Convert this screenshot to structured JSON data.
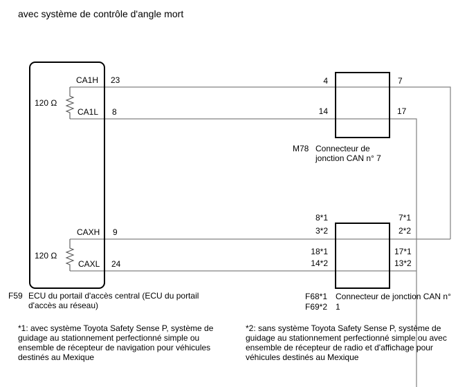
{
  "title": "avec système de contrôle d'angle mort",
  "ecu": {
    "code": "F59",
    "name_line1": "ECU du portail d'accès central (ECU du portail",
    "name_line2": "d'accès au réseau)",
    "resistor_top": "120 Ω",
    "resistor_bottom": "120 Ω",
    "pins": [
      {
        "signal": "CA1H",
        "pin": "23"
      },
      {
        "signal": "CA1L",
        "pin": "8"
      },
      {
        "signal": "CAXH",
        "pin": "9"
      },
      {
        "signal": "CAXL",
        "pin": "24"
      }
    ]
  },
  "connector_m78": {
    "code": "M78",
    "name_line1": "Connecteur de",
    "name_line2": "jonction CAN n° 7",
    "left_pins": [
      "4",
      "14"
    ],
    "right_pins": [
      "7",
      "17"
    ]
  },
  "connector_f68": {
    "code_line1": "F68*1",
    "code_line2": "F69*2",
    "name_line1": "Connecteur de jonction CAN n°",
    "name_line2": "1",
    "left_pins": [
      {
        "line1": "8*1",
        "line2": "3*2"
      },
      {
        "line1": "18*1",
        "line2": "14*2"
      }
    ],
    "right_pins": [
      {
        "line1": "7*1",
        "line2": "2*2"
      },
      {
        "line1": "17*1",
        "line2": "13*2"
      }
    ]
  },
  "notes": {
    "note1": "*1: avec système Toyota Safety Sense P, système de guidage au stationnement perfectionné simple ou ensemble de récepteur de navigation pour véhicules destinés au Mexique",
    "note2": "*2: sans système Toyota Safety Sense P, système de guidage au stationnement perfectionné simple ou avec ensemble de récepteur de radio et d'affichage pour véhicules destinés au Mexique"
  },
  "colors": {
    "wire": "#808080",
    "box": "#000000"
  }
}
